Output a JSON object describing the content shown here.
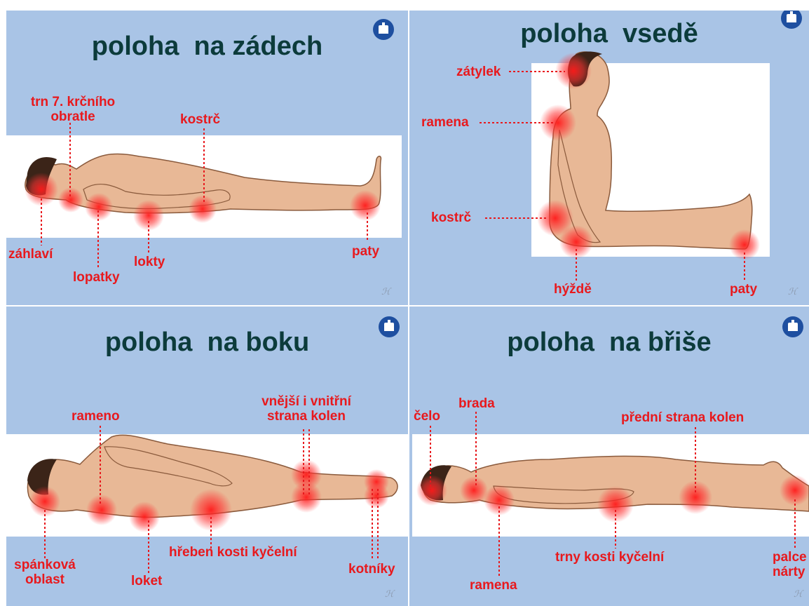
{
  "colors": {
    "background": "#a9c4e6",
    "title": "#0c3b3b",
    "label": "#e8191d",
    "skin": "#e8b896",
    "hair": "#3b2418",
    "spot": "#ff1a1a",
    "board": "#ffffff",
    "logo": "#1e4fa0"
  },
  "icons": {
    "logo": "university-logo-icon",
    "signature": "signature-icon"
  },
  "panels": {
    "supine": {
      "title": "poloha  na zádech",
      "labels": {
        "c7_line1": "trn 7. krčního",
        "c7_line2": "obratle",
        "coccyx": "kostrč",
        "occiput": "záhlaví",
        "scapulae": "lopatky",
        "elbows": "lokty",
        "heels": "paty"
      }
    },
    "sitting": {
      "title": "poloha  vsedě",
      "labels": {
        "nape": "zátylek",
        "shoulders": "ramena",
        "coccyx": "kostrč",
        "buttocks": "hýždě",
        "heels": "paty"
      }
    },
    "lateral": {
      "title": "poloha  na boku",
      "labels": {
        "shoulder": "rameno",
        "knees_line1": "vnější i vnitřní",
        "knees_line2": "strana kolen",
        "temple_line1": "spánková",
        "temple_line2": "oblast",
        "elbow": "loket",
        "iliac_crest": "hřeben kosti kyčelní",
        "ankles": "kotníky"
      }
    },
    "prone": {
      "title": "poloha  na břiše",
      "labels": {
        "forehead": "čelo",
        "chin": "brada",
        "knees_front": "přední  strana  kolen",
        "iliac_spines": "trny kosti kyčelní",
        "shoulders": "ramena",
        "toes_line1": "palce",
        "toes_line2": "nárty"
      }
    }
  }
}
